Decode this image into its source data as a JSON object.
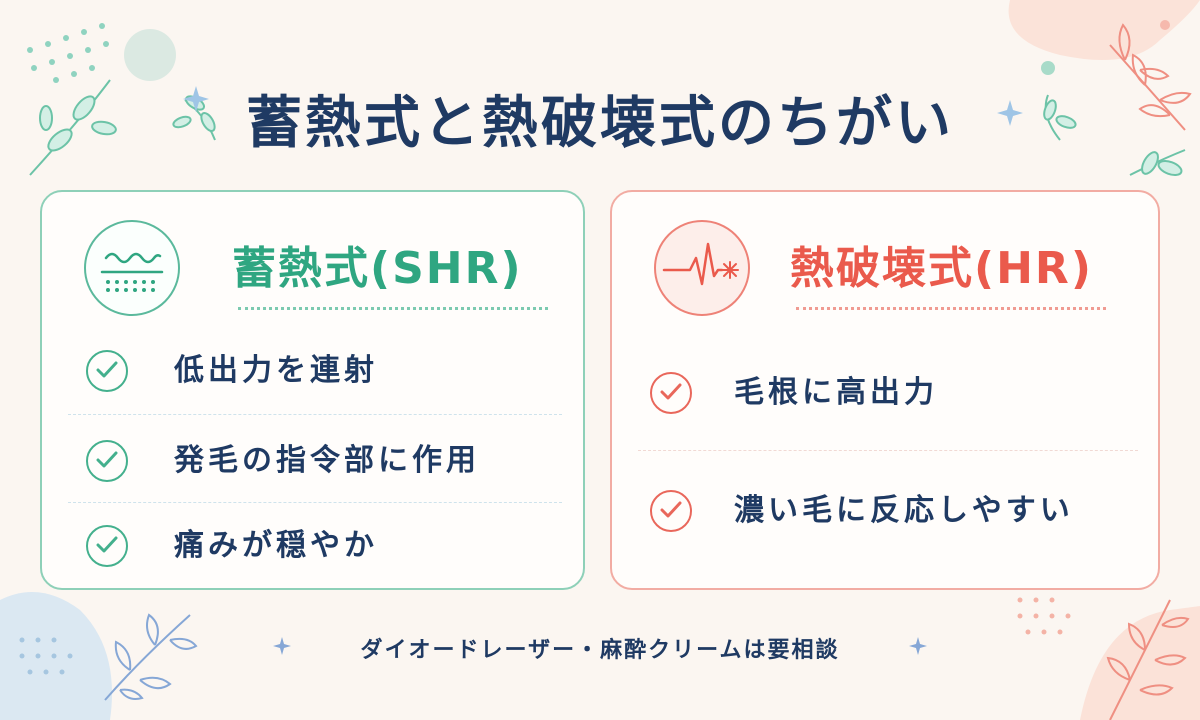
{
  "title": "蓄熱式と熱破壊式のちがい",
  "shr": {
    "title": "蓄熱式(SHR)",
    "icon": "heat-wave-icon",
    "items": [
      "低出力を連射",
      "発毛の指令部に作用",
      "痛みが穏やか"
    ]
  },
  "hr": {
    "title": "熱破壊式(HR)",
    "icon": "pulse-burst-icon",
    "items": [
      "毛根に高出力",
      "濃い毛に反応しやすい"
    ]
  },
  "footer": "ダイオードレーザー・麻酔クリームは要相談",
  "colors": {
    "navy": "#1f3a63",
    "green": "#2fa681",
    "red": "#ea5a4c",
    "background": "#fbf6f1"
  }
}
